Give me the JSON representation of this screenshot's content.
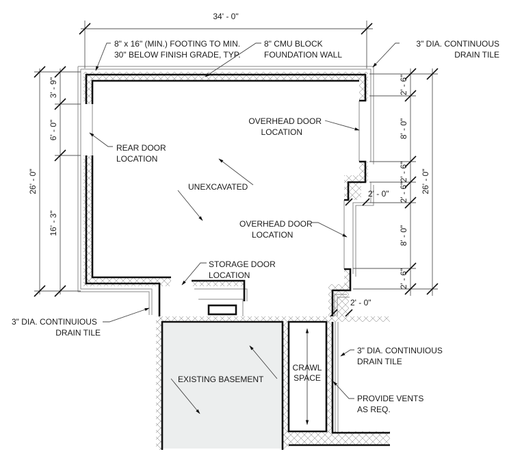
{
  "dimensions": {
    "overall_width": "34' - 0\"",
    "left_overall": "26' - 0\"",
    "left_segments": [
      "3' - 9\"",
      "6' - 0\"",
      "16' - 3\""
    ],
    "right_overall": "26' - 0\"",
    "right_segments": [
      "2' - 6\"",
      "8' - 0\"",
      "2' - 6\"",
      "2' - 6\"",
      "8' - 0\"",
      "2' - 6\""
    ],
    "jog_upper": "2' - 0\"",
    "jog_lower": "2' - 0\""
  },
  "notes": {
    "footing": [
      "8\" x 16\" (MIN.) FOOTING TO MIN.",
      "30\" BELOW FINISH GRADE, TYP."
    ],
    "cmu": [
      "8\" CMU BLOCK",
      "FOUNDATION WALL"
    ],
    "drain_top": [
      "3\" DIA. CONTINUOUS",
      "DRAIN TILE"
    ],
    "overhead_door_1": [
      "OVERHEAD DOOR",
      "LOCATION"
    ],
    "rear_door": [
      "REAR DOOR",
      "LOCATION"
    ],
    "unexcavated": "UNEXCAVATED",
    "overhead_door_2": [
      "OVERHEAD DOOR",
      "LOCATION"
    ],
    "storage_door": [
      "STORAGE DOOR",
      "LOCATION"
    ],
    "drain_left": [
      "3\" DIA. CONTINUIOUS",
      "DRAIN TILE"
    ],
    "existing_basement": "EXISTING BASEMENT",
    "crawl_space": [
      "CRAWL",
      "SPACE"
    ],
    "drain_right": [
      "3\" DIA. CONTINUIOUS",
      "DRAIN TILE"
    ],
    "vents": [
      "PROVIDE VENTS",
      "AS REQ."
    ]
  }
}
